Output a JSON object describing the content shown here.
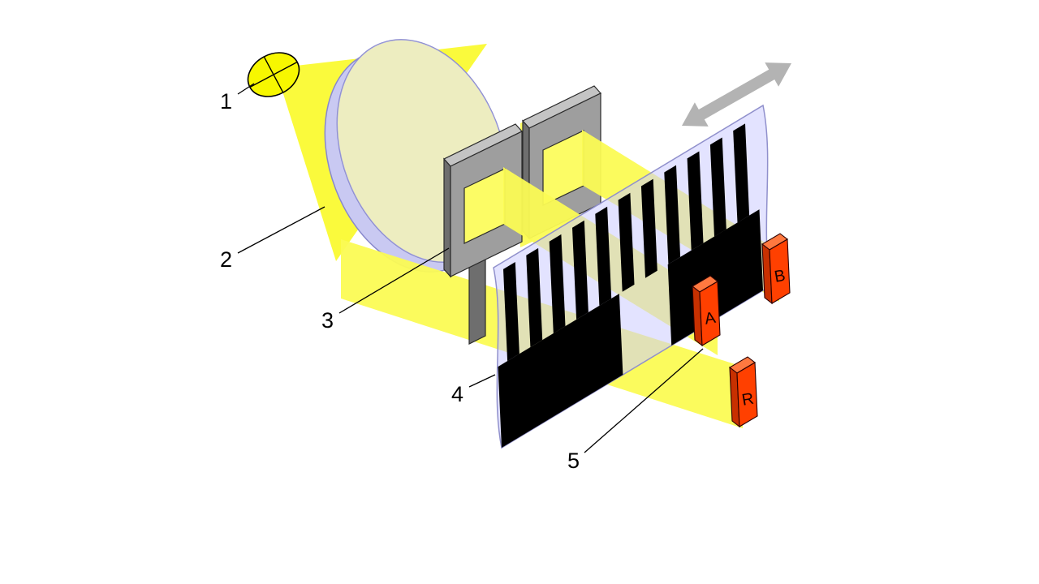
{
  "diagram": {
    "name": "optical-encoder-principle",
    "callouts": {
      "c1": "1",
      "c2": "2",
      "c3": "3",
      "c4": "4",
      "c5": "5"
    },
    "detectors": {
      "a": "A",
      "b": "B",
      "r": "R"
    },
    "colors": {
      "background": "#FFFFFF",
      "cone": "#FAFA3C",
      "beam": "#FBFB54",
      "bulb": "#F7F700",
      "lens_glass": "#FFFF9E",
      "lens_rim": "#C9C9F2",
      "lens_overlay": "#CCCCFF",
      "mask": "#9E9E9E",
      "mask_dark": "#6E6E6E",
      "mask_light": "#C4C4C4",
      "window_light": "#FCFC65",
      "scale": "#CCCCFF",
      "stripe": "#000000",
      "detector_front": "#FF4000",
      "detector_side": "#C83000",
      "detector_top": "#FF7940",
      "arrow": "#B3B3B3",
      "line": "#000000"
    }
  }
}
